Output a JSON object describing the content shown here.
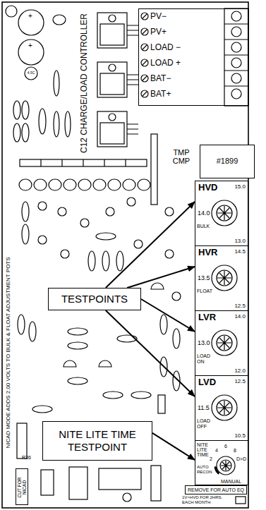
{
  "diagram": {
    "nodes": [
      {
        "text": [
          "PV−",
          "PV+",
          "LOAD −",
          "LOAD +",
          "BAT−",
          "BAT+"
        ]
      },
      {
        "text": [
          "TMP CMP",
          "#1899"
        ]
      },
      {
        "text": [
          "HVD",
          "15.0",
          "14.0",
          "BULK",
          "13.0"
        ]
      },
      {
        "text": [
          "HVR",
          "14.5",
          "13.5",
          "FLOAT",
          "12.5"
        ]
      },
      {
        "text": [
          "TESTPOINTS"
        ]
      },
      {
        "text": [
          "LVR",
          "14.0",
          "13.0",
          "LOAD ON",
          "12.0"
        ]
      },
      {
        "text": [
          "LVD",
          "12.5",
          "11.5",
          "LOAD OFF",
          "10.5"
        ]
      },
      {
        "text": [
          "NITE LITE TIME TESTPOINT"
        ]
      },
      {
        "text": [
          "NITE LITE TIME",
          "2",
          "4",
          "6",
          "8",
          "D>D",
          "AUTO RECON",
          "MANUAL"
        ]
      },
      {
        "text": [
          "CUT FOR NICAD"
        ]
      },
      {
        "text": [
          "REMOVE FOR AUTO EQ"
        ]
      }
    ],
    "edges": [
      {
        "from": 4,
        "to": 2,
        "arrow": "to"
      },
      {
        "from": 4,
        "to": 3,
        "arrow": "to"
      },
      {
        "from": 4,
        "to": 5,
        "arrow": "to"
      },
      {
        "from": 4,
        "to": 6,
        "arrow": "to"
      },
      {
        "from": 7,
        "to": 8,
        "arrow": "to"
      }
    ],
    "labels": [
      "+",
      "+",
      "4.5C",
      "C12 CHARGE/LOAD CONTROLLER",
      "NICAD MODE ADDS 2.00 VOLTS TO BULK & FLOAT ADJUSTMENT POTS",
      "R36",
      "1V>HVD FOR 2HRS. EACH MONTH"
    ]
  }
}
